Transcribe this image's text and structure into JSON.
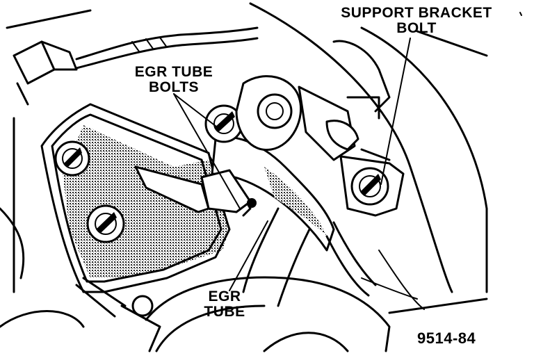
{
  "labels": {
    "support_bracket_bolt": [
      "SUPPORT BRACKET",
      "BOLT"
    ],
    "egr_tube_bolts": [
      "EGR TUBE",
      "BOLTS"
    ],
    "egr_tube": [
      "EGR",
      "TUBE"
    ]
  },
  "figure_number": "9514-84"
}
